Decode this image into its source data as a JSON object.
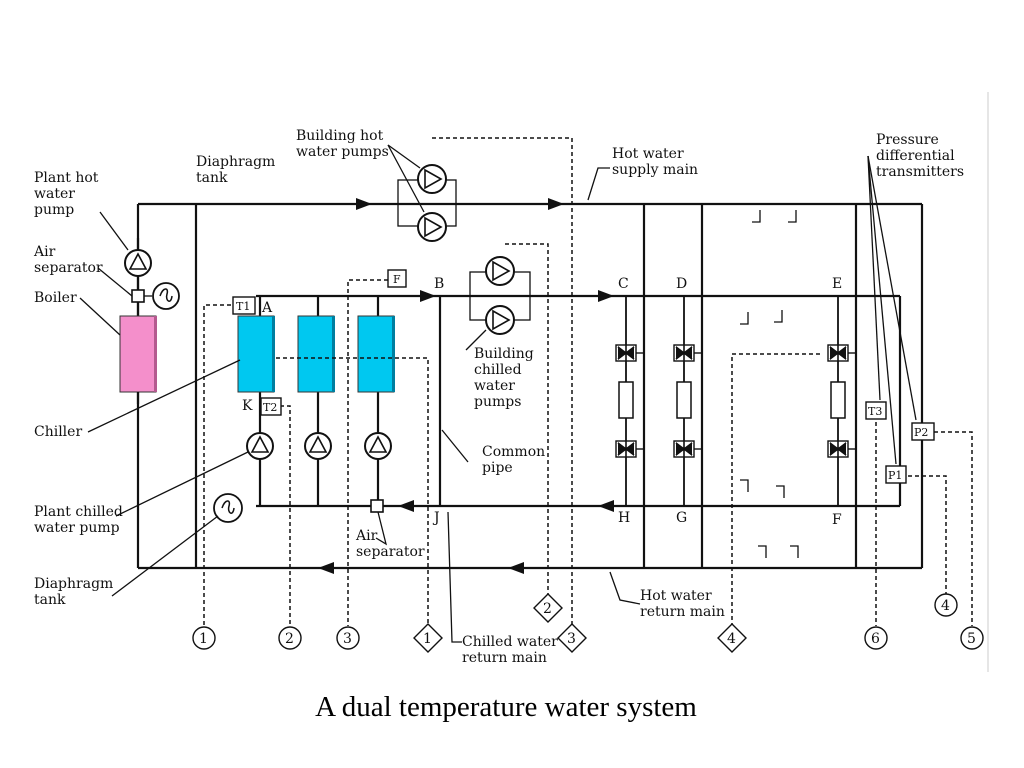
{
  "caption": "A dual temperature water system",
  "labels": {
    "building_hot_water_pumps": [
      "Building hot",
      "water pumps"
    ],
    "diaphragm_tank_top": [
      "Diaphragm",
      "tank"
    ],
    "plant_hot_water_pump": [
      "Plant hot",
      "water",
      "pump"
    ],
    "air_separator_left": [
      "Air",
      "separator"
    ],
    "boiler": "Boiler",
    "chiller": "Chiller",
    "plant_chilled_water_pump": [
      "Plant chilled",
      "water pump"
    ],
    "diaphragm_tank_bottom": [
      "Diaphragm",
      "tank"
    ],
    "hot_water_supply_main": [
      "Hot water",
      "supply main"
    ],
    "pressure_differential_transmitters": [
      "Pressure",
      "differential",
      "transmitters"
    ],
    "building_chilled_water_pumps": [
      "Building",
      "chilled",
      "water",
      "pumps"
    ],
    "common_pipe": [
      "Common",
      "pipe"
    ],
    "air_separator_bottom": [
      "Air",
      "separator"
    ],
    "chilled_water_return_main": [
      "Chilled water",
      "return main"
    ],
    "hot_water_return_main": [
      "Hot water",
      "return main"
    ]
  },
  "points": {
    "A": "A",
    "B": "B",
    "C": "C",
    "D": "D",
    "E": "E",
    "F": "F",
    "G": "G",
    "H": "H",
    "J": "J",
    "K": "K"
  },
  "sensors": {
    "T1": "T1",
    "T2": "T2",
    "T3": "T3",
    "P1": "P1",
    "P2": "P2",
    "F": "F"
  },
  "circle_markers": [
    "1",
    "2",
    "3",
    "6",
    "4",
    "5"
  ],
  "diamond_markers": [
    "1",
    "2",
    "3",
    "4"
  ],
  "colors": {
    "boiler": "#f48fcb",
    "chiller": "#00c8f0",
    "line": "#111111"
  }
}
